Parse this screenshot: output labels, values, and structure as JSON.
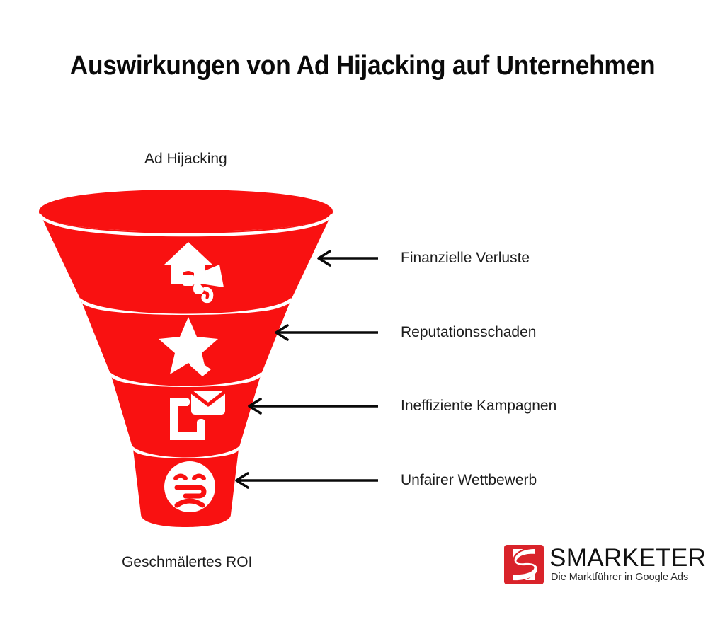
{
  "page": {
    "title": "Auswirkungen von Ad Hijacking auf Unternehmen",
    "background_color": "#ffffff",
    "accent_color": "#f91111",
    "text_color": "#1c1c1c"
  },
  "funnel": {
    "top_caption": "Ad Hijacking",
    "bottom_caption": "Geschmälertes ROI",
    "fill_color": "#f91111",
    "divider_color": "#ffffff",
    "stages": [
      {
        "label": "Finanzielle Verluste",
        "icon": "house-megaphone-icon",
        "arrow": "arrow-left-icon"
      },
      {
        "label": "Reputationsschaden",
        "icon": "star-icon",
        "arrow": "arrow-left-icon"
      },
      {
        "label": "Ineffiziente Kampagnen",
        "icon": "phone-envelope-icon",
        "arrow": "arrow-left-icon"
      },
      {
        "label": "Unfairer Wettbewerb",
        "icon": "sad-face-icon",
        "arrow": "arrow-left-icon"
      }
    ]
  },
  "logo": {
    "mark": "smarketer-s-mark-icon",
    "wordmark": "SMARKETER",
    "tagline": "Die Marktführer in Google Ads",
    "mark_color": "#d9232a"
  },
  "chart_data": {
    "type": "funnel",
    "title": "Auswirkungen von Ad Hijacking auf Unternehmen",
    "entry_label": "Ad Hijacking",
    "exit_label": "Geschmälertes ROI",
    "categories": [
      "Finanzielle Verluste",
      "Reputationsschaden",
      "Ineffiziente Kampagnen",
      "Unfairer Wettbewerb"
    ],
    "stage_count": 4,
    "orientation": "vertical",
    "legend": "none",
    "grid": false
  }
}
